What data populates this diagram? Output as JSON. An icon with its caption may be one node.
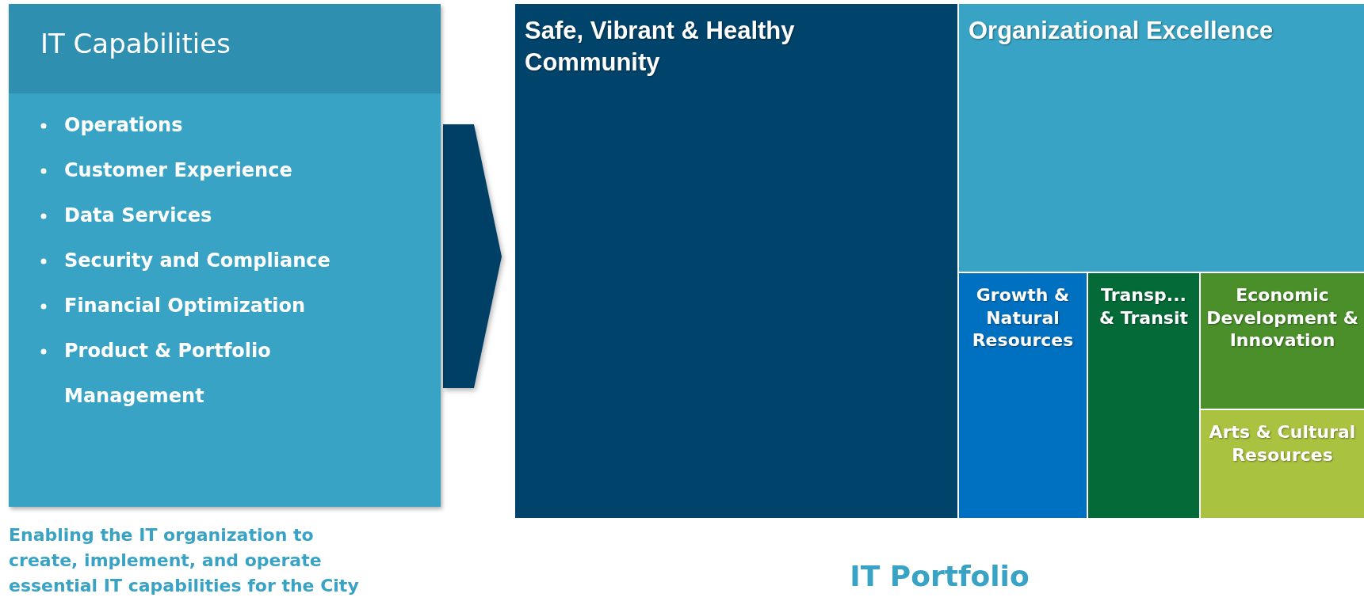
{
  "diagram": {
    "nodes": [
      {
        "text": [
          "IT Capabilities",
          "Operations",
          "Customer Experience",
          "Data Services",
          "Security and Compliance",
          "Financial Optimization",
          "Product & Portfolio Management"
        ],
        "beside": [
          "Enabling the IT organization to create, implement, and operate essential IT capabilities for the City"
        ]
      },
      {
        "text": [
          "IT Portfolio"
        ]
      },
      {
        "text": [
          "Safe, Vibrant & Healthy Community"
        ],
        "in": 1
      },
      {
        "text": [
          "Organizational Excellence"
        ],
        "in": 1
      },
      {
        "text": [
          "Growth & Natural Resources"
        ],
        "in": 1
      },
      {
        "text": [
          "Transp... & Transit"
        ],
        "in": 1
      },
      {
        "text": [
          "Economic Development & Innovation"
        ],
        "in": 1
      },
      {
        "text": [
          "Arts & Cultural Resources"
        ],
        "in": 1
      }
    ],
    "edges": [
      {
        "from": 0,
        "to": 1,
        "arrow": "to"
      }
    ]
  }
}
